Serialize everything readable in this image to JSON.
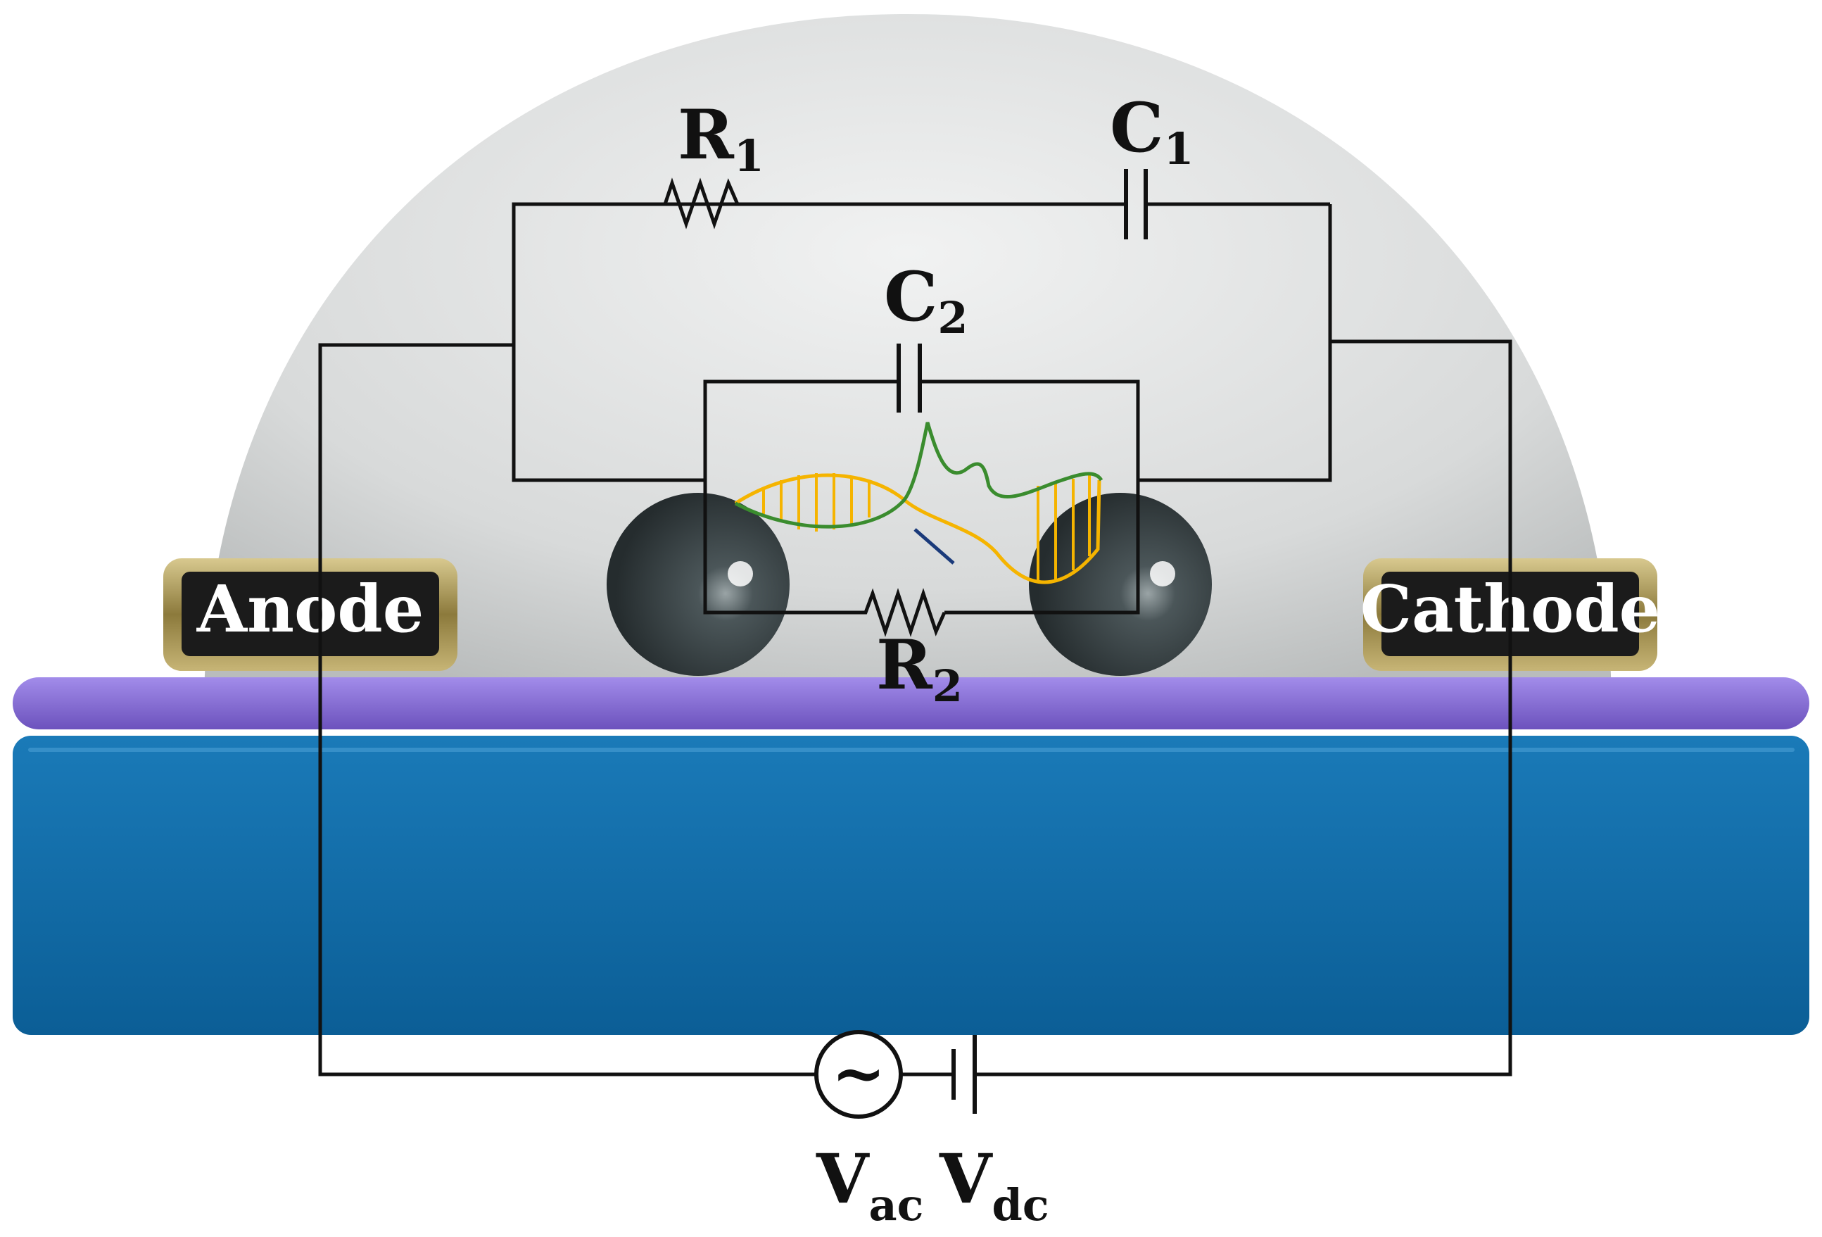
{
  "electrodes": {
    "anode": "Anode",
    "cathode": "Cathode"
  },
  "components": {
    "r1": {
      "main": "R",
      "sub": "1"
    },
    "c1": {
      "main": "C",
      "sub": "1"
    },
    "c2": {
      "main": "C",
      "sub": "2"
    },
    "r2": {
      "main": "R",
      "sub": "2"
    }
  },
  "sources": {
    "vac": {
      "main": "V",
      "sub": "ac",
      "symbol": "~"
    },
    "vdc": {
      "main": "V",
      "sub": "dc"
    }
  },
  "colors": {
    "droplet": "#d9dbdb",
    "substrate": "#0d68a4",
    "membrane": "#8b70d6",
    "wire": "#111111",
    "electrode_frame": "#8c7a3c",
    "aptamer_orange": "#f5b400",
    "aptamer_green": "#3a8c2e",
    "bead": "#3d474a"
  }
}
